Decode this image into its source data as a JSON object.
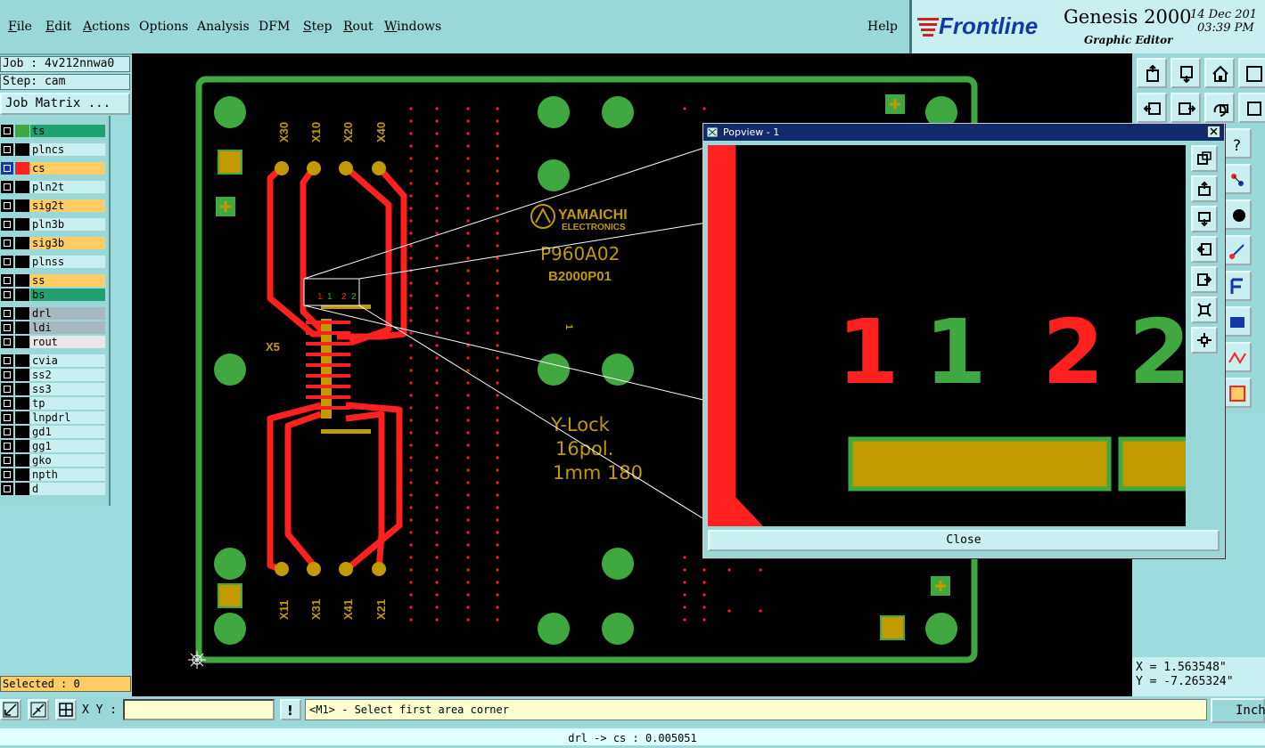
{
  "menu": {
    "items": [
      {
        "label": "File",
        "ul": true
      },
      {
        "label": "Edit",
        "ul": true
      },
      {
        "label": "Actions",
        "ul": true
      },
      {
        "label": "Options",
        "ul": false
      },
      {
        "label": "Analysis",
        "ul": false
      },
      {
        "label": "DFM",
        "ul": false
      },
      {
        "label": "Step",
        "ul": true
      },
      {
        "label": "Rout",
        "ul": true
      },
      {
        "label": "Windows",
        "ul": true
      }
    ],
    "help": "Help"
  },
  "brand": {
    "logo_text": "Frontline",
    "product": "Genesis 2000",
    "subtitle": "Graphic Editor",
    "date": "14 Dec 201",
    "time": "03:39 PM"
  },
  "job": {
    "job_line": "Job : 4v212nnwa0",
    "step_line": "Step: cam",
    "matrix_button": "Job Matrix ..."
  },
  "layers": [
    {
      "name": "ts",
      "swatch": "#40a840",
      "bg": "#20a070",
      "active": false
    },
    {
      "name": "plncs",
      "swatch": "#000000",
      "bg": "#c8f0f0",
      "active": false
    },
    {
      "name": "cs",
      "swatch": "#ff2020",
      "bg": "#ffcc66",
      "active": true
    },
    {
      "name": "pln2t",
      "swatch": "#000000",
      "bg": "#c8f0f0",
      "active": false
    },
    {
      "name": "sig2t",
      "swatch": "#000000",
      "bg": "#ffcc66",
      "active": false
    },
    {
      "name": "pln3b",
      "swatch": "#000000",
      "bg": "#c8f0f0",
      "active": false
    },
    {
      "name": "sig3b",
      "swatch": "#000000",
      "bg": "#ffcc66",
      "active": false
    },
    {
      "name": "plnss",
      "swatch": "#000000",
      "bg": "#c8f0f0",
      "active": false
    },
    {
      "name": "ss",
      "swatch": "#000000",
      "bg": "#ffcc66",
      "active": false
    },
    {
      "name": "bs",
      "swatch": "#000000",
      "bg": "#20a070",
      "active": false
    },
    {
      "name": "drl",
      "swatch": "#000000",
      "bg": "#a8b8c0",
      "active": false
    },
    {
      "name": "ldi",
      "swatch": "#000000",
      "bg": "#a8b8c0",
      "active": false
    },
    {
      "name": "rout",
      "swatch": "#000000",
      "bg": "#e8e8e8",
      "active": false
    },
    {
      "name": "cvia",
      "swatch": "#000000",
      "bg": "#c8f0f0",
      "active": false
    },
    {
      "name": "ss2",
      "swatch": "#000000",
      "bg": "#c8f0f0",
      "active": false
    },
    {
      "name": "ss3",
      "swatch": "#000000",
      "bg": "#c8f0f0",
      "active": false
    },
    {
      "name": "tp",
      "swatch": "#000000",
      "bg": "#c8f0f0",
      "active": false
    },
    {
      "name": "lnpdrl",
      "swatch": "#000000",
      "bg": "#c8f0f0",
      "active": false
    },
    {
      "name": "gd1",
      "swatch": "#000000",
      "bg": "#c8f0f0",
      "active": false
    },
    {
      "name": "gg1",
      "swatch": "#000000",
      "bg": "#c8f0f0",
      "active": false
    },
    {
      "name": "gko",
      "swatch": "#000000",
      "bg": "#c8f0f0",
      "active": false
    },
    {
      "name": "npth",
      "swatch": "#000000",
      "bg": "#c8f0f0",
      "active": false
    },
    {
      "name": "d",
      "swatch": "#000000",
      "bg": "#c8f0f0",
      "active": false
    }
  ],
  "selected": "Selected : 0",
  "board": {
    "brand_text": "YAMAICHI",
    "brand_sub": "ELECTRONICS",
    "part_number": "P960A02",
    "part_sub": "B2000P01",
    "label_line1": "Y-Lock",
    "label_line2": "16pol.",
    "label_line3": "1mm 180",
    "ref_designator": "X5",
    "pin_one": "1",
    "pins_top": [
      "X30",
      "X10",
      "X20",
      "X40"
    ],
    "pins_bottom": [
      "X11",
      "X31",
      "X41",
      "X21"
    ],
    "zoom_digits": [
      {
        "text": "1",
        "color": "#ff2020"
      },
      {
        "text": "1",
        "color": "#40a840"
      },
      {
        "text": "2",
        "color": "#ff2020"
      },
      {
        "text": "2",
        "color": "#40a840"
      }
    ]
  },
  "popview": {
    "title": "Popview - 1",
    "close_label": "Close",
    "digits": [
      {
        "text": "1",
        "color": "#ff2020"
      },
      {
        "text": "1",
        "color": "#40a840"
      },
      {
        "text": "2",
        "color": "#ff2020"
      },
      {
        "text": "2",
        "color": "#40a840"
      }
    ]
  },
  "coords": {
    "x": "X = 1.563548\"",
    "y": "Y = -7.265324\""
  },
  "bottom": {
    "xy_label": "X Y :",
    "xy_value": "",
    "prompt": "<M1> - Select first area corner",
    "unit": "Inch",
    "status": "drl -> cs : 0.005051"
  },
  "colors": {
    "copper": "#ff2020",
    "mask": "#40a840",
    "silk": "#c09a00",
    "panel": "#9ad8d8"
  }
}
